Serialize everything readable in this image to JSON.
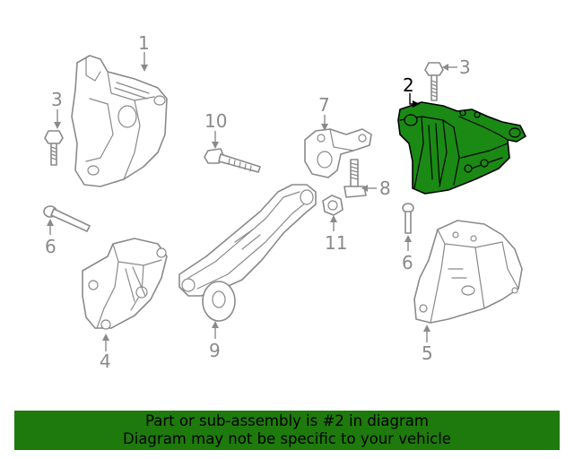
{
  "callouts": {
    "c1": "1",
    "c2": "2",
    "c3a": "3",
    "c3b": "3",
    "c4": "4",
    "c5": "5",
    "c6a": "6",
    "c6b": "6",
    "c7": "7",
    "c8": "8",
    "c9": "9",
    "c10": "10",
    "c11": "11"
  },
  "highlight_color": "#1a8a14",
  "banner": {
    "line1": "Part or sub-assembly is #2 in diagram",
    "line2": "Diagram may not be specific to your vehicle",
    "background": "#1e7a0c"
  }
}
